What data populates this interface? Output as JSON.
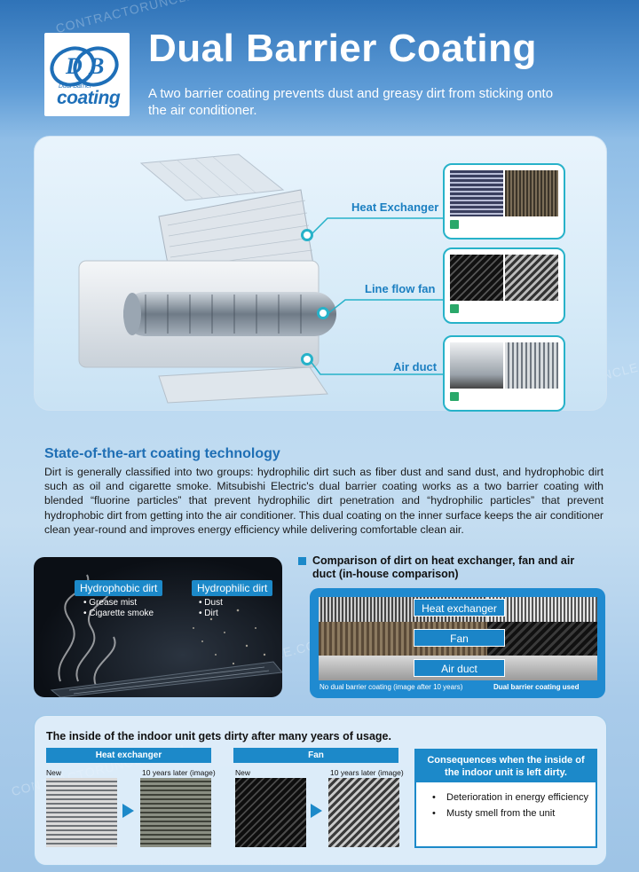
{
  "header": {
    "logo_small": "Dual Barrier",
    "logo_word": "coating",
    "title": "Dual Barrier Coating",
    "subtitle": "A two barrier coating prevents dust and greasy dirt from sticking onto the air conditioner."
  },
  "watermark": "CONTRACTORUNCLE.COM",
  "hero": {
    "callouts": [
      "Heat Exchanger",
      "Line flow fan",
      "Air duct"
    ]
  },
  "section": {
    "title": "State-of-the-art coating technology",
    "body": "Dirt is generally classified into two groups: hydrophilic dirt such as fiber dust and sand dust, and hydrophobic dirt such as oil and cigarette smoke. Mitsubishi Electric's dual barrier coating works as a two barrier coating with blended “fluorine particles” that prevent hydrophilic dirt penetration and “hydrophilic particles” that prevent hydrophobic dirt from getting into the air conditioner. This dual coating on the inner surface keeps the air conditioner clean year-round and improves energy efficiency while delivering comfortable clean air."
  },
  "dirt_panel": {
    "hydrophobic_label": "Hydrophobic dirt",
    "hydrophobic_items": [
      "Grease mist",
      "Cigarette smoke"
    ],
    "hydrophilic_label": "Hydrophilic dirt",
    "hydrophilic_items": [
      "Dust",
      "Dirt"
    ]
  },
  "comparison": {
    "heading": "Comparison of dirt on heat exchanger, fan and air duct (in-house comparison)",
    "labels": [
      "Heat exchanger",
      "Fan",
      "Air duct"
    ],
    "left_caption": "No dual barrier coating (image after 10 years)",
    "right_caption": "Dual barrier coating used"
  },
  "usage": {
    "title": "The inside of the indoor unit gets dirty after many years of usage.",
    "groups": [
      {
        "label": "Heat exchanger",
        "new": "New",
        "later": "10 years later (image)"
      },
      {
        "label": "Fan",
        "new": "New",
        "later": "10 years later (image)"
      }
    ],
    "consequences": {
      "heading": "Consequences when the inside of the indoor unit is left dirty.",
      "items": [
        "Deterioration in energy efficiency",
        "Musty smell from the unit"
      ]
    }
  },
  "colors": {
    "accent": "#1c89c9",
    "teal": "#27b2c9",
    "heading_blue": "#1f6fb5"
  }
}
